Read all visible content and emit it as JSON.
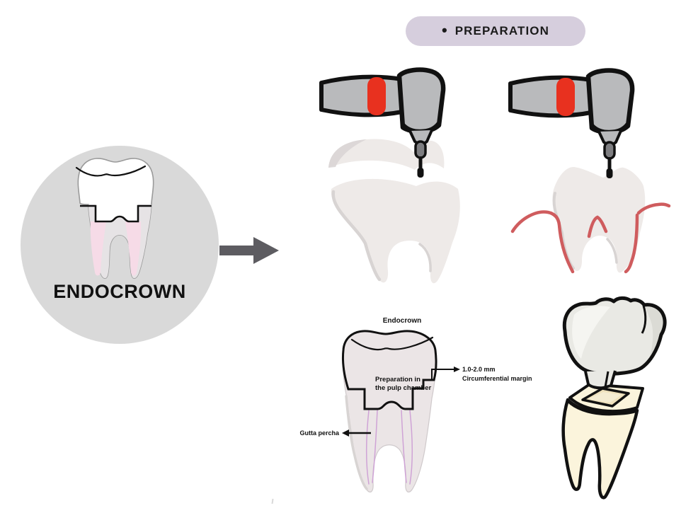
{
  "badge": {
    "bullet": "•",
    "label": "PREPARATION"
  },
  "overview": {
    "label": "ENDOCROWN"
  },
  "annotations": {
    "endocrown_title": "Endocrown",
    "preparation_line1": "Preparation in",
    "preparation_line2": "the pulp chamber",
    "margin_line1": "1.0-2.0 mm",
    "margin_line2": "Circumferential margin",
    "gutta_percha": "Gutta percha"
  },
  "icons": {
    "bullet_icon": "•",
    "flow_arrow_icon": "→",
    "dental_handpiece_icon": "handpiece with red band and bur",
    "endocrown_tooth_icon": "molar with pulp-chamber preparation"
  },
  "colors": {
    "background": "#ffffff",
    "badge_bg": "#d6cedd",
    "badge_text": "#1b1b1b",
    "circle_bg": "#d9d9d9",
    "ink": "#111111",
    "outline_gray": "#9a9a9a",
    "arrow": "#5d5c61",
    "handpiece_gray": "#b9babc",
    "handpiece_red": "#e8311f",
    "bur_gray": "#7e7e81",
    "tooth_beige": "#eeeae8",
    "tooth_shadow": "#d8d4d3",
    "gum_red": "#cf5c5e",
    "root_gray": "#e6e3e5",
    "canal_pink": "#f6dbe7",
    "canal_line": "#cfa3d6",
    "diagram_fill": "#ebe5e6",
    "crown_gray": "#e9e9e4",
    "crown_highlight": "#f5f5f1",
    "crown_shade": "#d9d9d3",
    "cream": "#fbf4dc",
    "cream_cavity": "#efe2bd"
  }
}
